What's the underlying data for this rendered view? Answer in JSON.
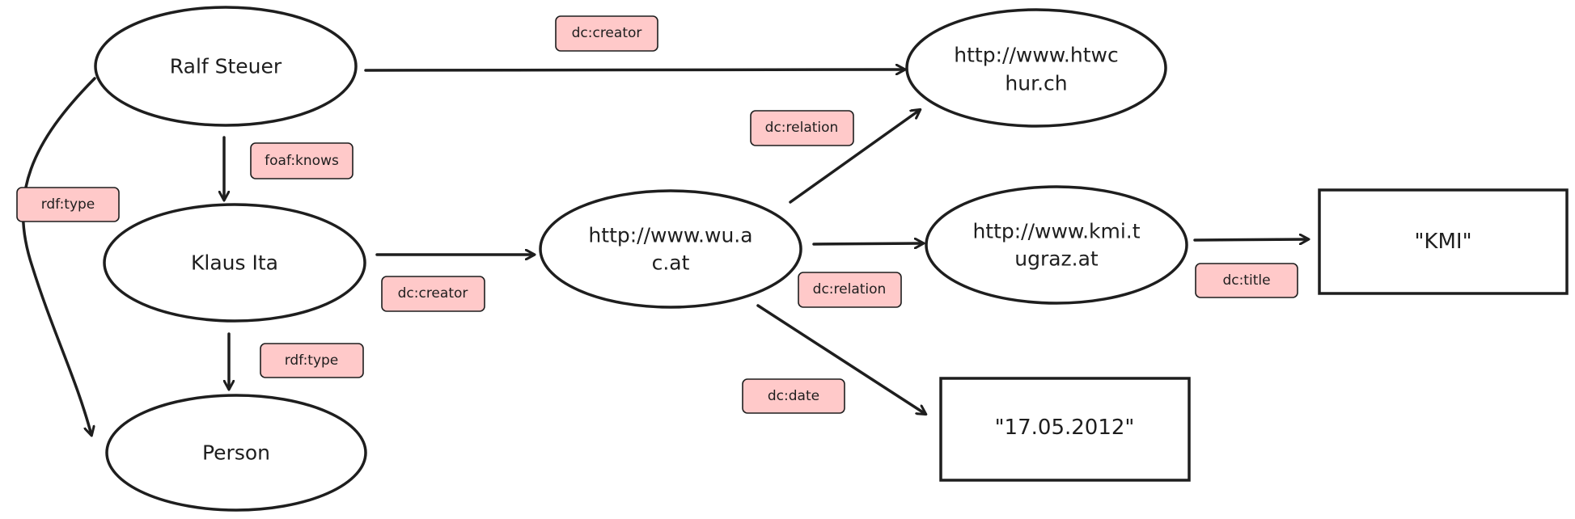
{
  "nodes": {
    "ralf": {
      "label": "Ralf Steuer"
    },
    "klaus": {
      "label": "Klaus Ita"
    },
    "person": {
      "label": "Person"
    },
    "htwchur": {
      "line1": "http://www.htwc",
      "line2": "hur.ch"
    },
    "wu": {
      "line1": "http://www.wu.a",
      "line2": "c.at"
    },
    "kmi": {
      "line1": "http://www.kmi.t",
      "line2": "ugraz.at"
    },
    "kmi_title": {
      "label": "\"KMI\""
    },
    "date": {
      "label": "\"17.05.2012\""
    }
  },
  "edges": {
    "ralf_creator": "dc:creator",
    "ralf_knows": "foaf:knows",
    "ralf_type": "rdf:type",
    "klaus_creator": "dc:creator",
    "klaus_type": "rdf:type",
    "wu_relation_htwchur": "dc:relation",
    "wu_relation_kmi": "dc:relation",
    "wu_date": "dc:date",
    "kmi_title": "dc:title"
  },
  "colors": {
    "stroke": "#1e1e1e",
    "label_fill": "#ffc9c9",
    "background": "#ffffff"
  }
}
